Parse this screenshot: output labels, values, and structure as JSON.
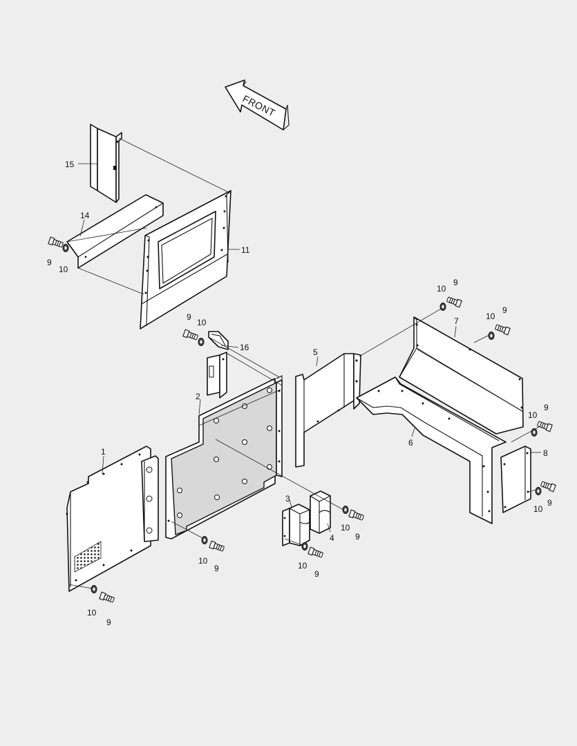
{
  "direction_label": "FRONT",
  "callouts": {
    "p1": "1",
    "p2": "2",
    "p3": "3",
    "p4": "4",
    "p5": "5",
    "p6": "6",
    "p7": "7",
    "p8": "8",
    "p11": "11",
    "p14": "14",
    "p15": "15",
    "p16": "16"
  },
  "hardware_labels": {
    "bolt": "9",
    "washer": "10"
  },
  "colors": {
    "background": "#eeeeee",
    "line": "#111111",
    "panel_shade": "#d8d8d8"
  }
}
